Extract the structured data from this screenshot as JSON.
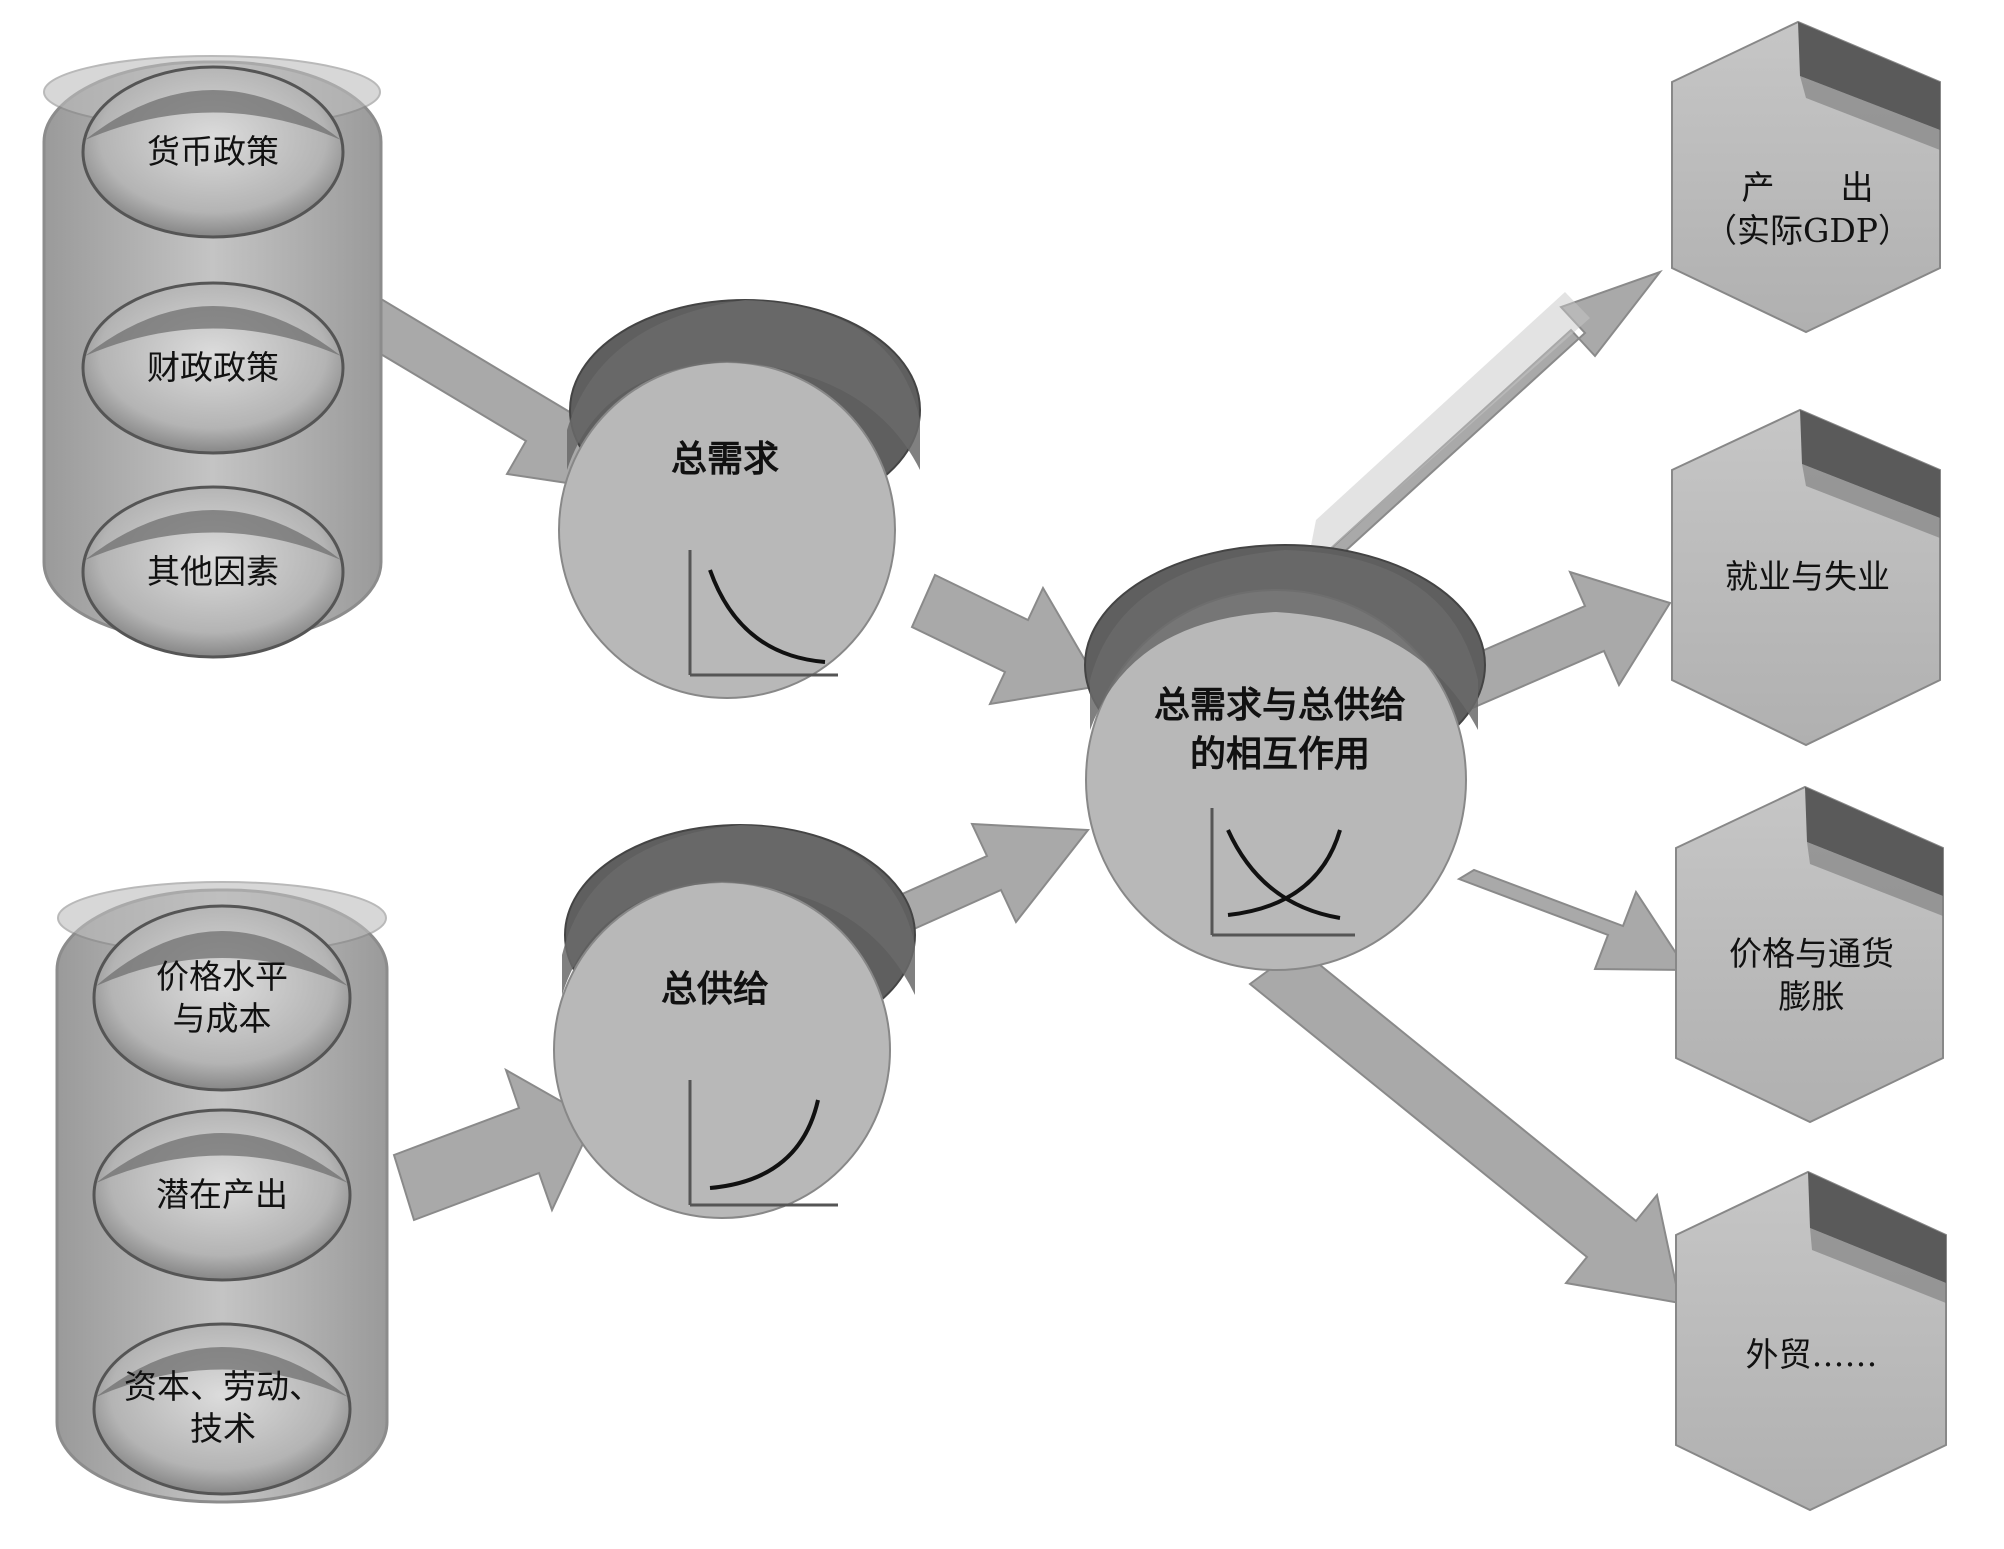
{
  "inputs_top": {
    "items": [
      {
        "label": "货币政策"
      },
      {
        "label": "财政政策"
      },
      {
        "label": "其他因素"
      }
    ]
  },
  "inputs_bottom": {
    "items": [
      {
        "label": "价格水平\n与成本"
      },
      {
        "label": "潜在产出"
      },
      {
        "label": "资本、劳动、\n技术"
      }
    ]
  },
  "demand": {
    "label": "总需求"
  },
  "supply": {
    "label": "总供给"
  },
  "interaction": {
    "label": "总需求与总供给\n的相互作用"
  },
  "outcomes": {
    "items": [
      {
        "label": "产　　出\n（实际GDP）"
      },
      {
        "label": "就业与失业"
      },
      {
        "label": "价格与通货\n膨胀"
      },
      {
        "label": "外贸……"
      }
    ]
  },
  "colors": {
    "fill": "#b8b8b8",
    "dark": "#5e5e5e",
    "arrow": "#a9a9a9"
  }
}
